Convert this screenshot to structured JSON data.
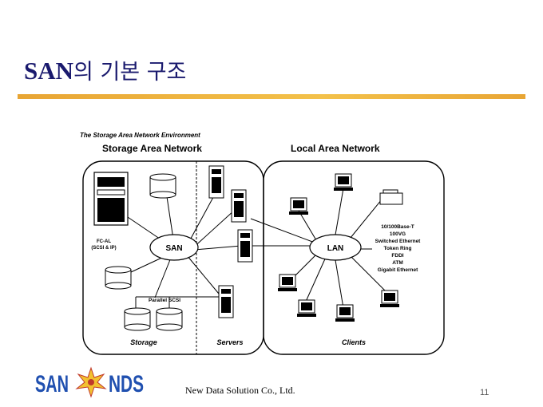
{
  "slide": {
    "title_en": "SAN",
    "title_kr": "의 기본 구조",
    "footer": "New Data Solution Co., Ltd.",
    "page_number": "11",
    "rule_color": "#e8a534",
    "title_color": "#1a1a6e"
  },
  "diagram": {
    "caption": "The Storage Area Network Environment",
    "left_heading": "Storage Area Network",
    "right_heading": "Local Area Network",
    "san_label": "SAN",
    "lan_label": "LAN",
    "fcal_label_1": "FC-AL",
    "fcal_label_2": "(SCSI & IP)",
    "parallel_scsi": "Parallel SCSI",
    "storage_label": "Storage",
    "servers_label": "Servers",
    "clients_label": "Clients",
    "lan_types": [
      "10/100Base-T",
      "100VG",
      "Switched Ethernet",
      "Token Ring",
      "FDDI",
      "ATM",
      "Gigabit Ethernet"
    ]
  },
  "logo": {
    "left_text": "SAN",
    "right_text": "NDS",
    "color": "#2050b0"
  }
}
